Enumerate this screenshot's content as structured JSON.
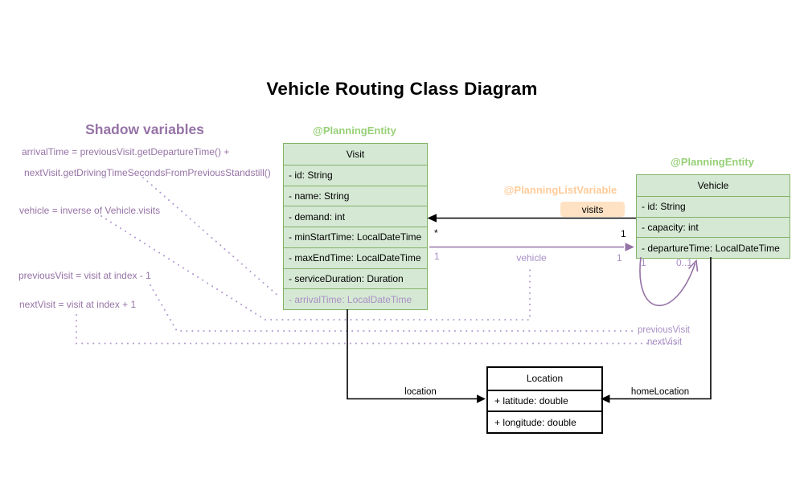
{
  "title": "Vehicle Routing Class Diagram",
  "colors": {
    "ink": "#000000",
    "purple": "#9673a6",
    "purple-light": "#a98fc5",
    "dot": "#b49bd0",
    "green-border": "#82b366",
    "green-fill": "#d5e8d4",
    "green-label": "#97d077",
    "orange-label": "#ffcc99",
    "badge-fill": "#ffe2c4"
  },
  "shadow_panel": {
    "heading": "Shadow variables",
    "formulas": [
      "arrivalTime = previousVisit.getDepartureTime() +",
      "nextVisit.getDrivingTimeSecondsFromPreviousStandstill()",
      "vehicle = inverse of Vehicle.visits",
      "previousVisit = visit at index - 1",
      "nextVisit = visit at index + 1"
    ]
  },
  "classes": {
    "visit": {
      "annotation": "@PlanningEntity",
      "name": "Visit",
      "attributes": [
        "- id: String",
        "- name: String",
        "- demand: int",
        "- minStartTime: LocalDateTime",
        "- maxEndTime: LocalDateTime",
        "- serviceDuration: Duration",
        "- arrivalTime: LocalDateTime"
      ]
    },
    "vehicle": {
      "annotation": "@PlanningEntity",
      "name": "Vehicle",
      "attributes": [
        "- id: String",
        "- capacity: int",
        "- departureTime: LocalDateTime"
      ]
    },
    "location": {
      "name": "Location",
      "attributes": [
        "+ latitude: double",
        "+ longitude: double"
      ]
    }
  },
  "edges": {
    "visits": {
      "annotation": "@PlanningListVariable",
      "label": "visits",
      "mult_near_visit": "*",
      "mult_near_vehicle": "1"
    },
    "vehicle": {
      "label": "vehicle",
      "mult_near_visit": "1",
      "mult_near_vehicle": "1"
    },
    "chain": {
      "previous_label": "previousVisit",
      "next_label": "nextVisit",
      "mult_left": "1",
      "mult_right": "0..1"
    },
    "location": {
      "label": "location"
    },
    "home_location": {
      "label": "homeLocation"
    }
  }
}
